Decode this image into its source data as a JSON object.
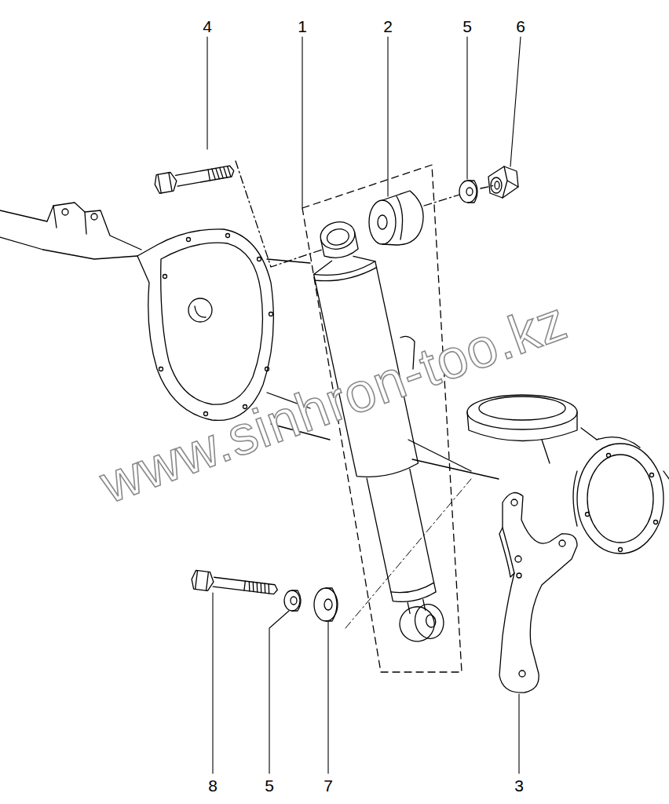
{
  "diagram": {
    "labels": [
      "4",
      "1",
      "2",
      "5",
      "6",
      "8",
      "5",
      "7",
      "3",
      "www.sinhron-too.kz"
    ]
  }
}
